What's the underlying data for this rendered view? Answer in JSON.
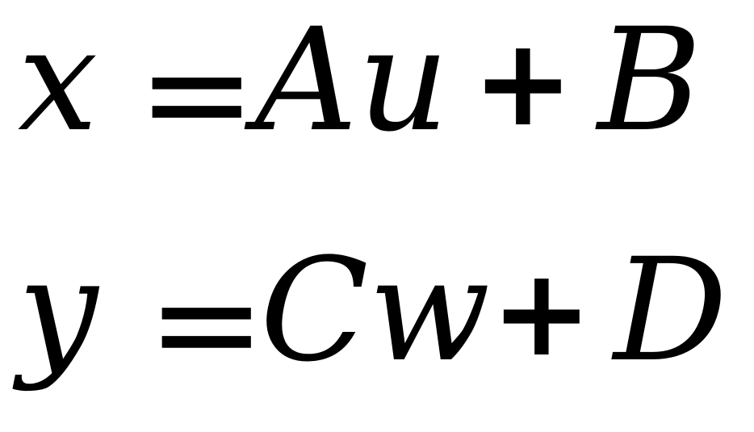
{
  "equations": [
    {
      "lhs": "x",
      "equals": "=",
      "term": "Au",
      "plus": "+",
      "constant": "B"
    },
    {
      "lhs": "y",
      "equals": "=",
      "term": "Cw",
      "plus": "+",
      "constant": "D"
    }
  ],
  "colors": {
    "text": "#000000",
    "background": "#ffffff"
  }
}
